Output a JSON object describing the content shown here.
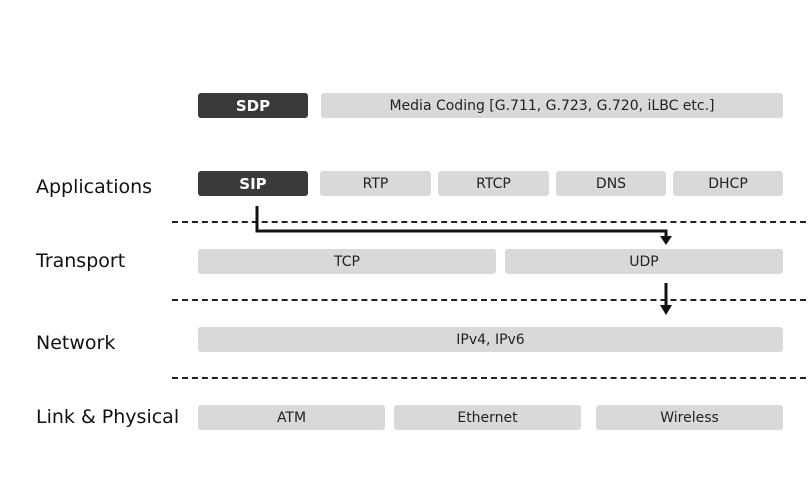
{
  "top_row": {
    "sdp": "SDP",
    "media_coding": "Media Coding [G.711, G.723, G.720, iLBC etc.]"
  },
  "layers": [
    {
      "label": "Applications",
      "boxes": [
        "SIP",
        "RTP",
        "RTCP",
        "DNS",
        "DHCP"
      ]
    },
    {
      "label": "Transport",
      "boxes": [
        "TCP",
        "UDP"
      ]
    },
    {
      "label": "Network",
      "boxes": [
        "IPv4, IPv6"
      ]
    },
    {
      "label": "Link & Physical",
      "boxes": [
        "ATM",
        "Ethernet",
        "Wireless"
      ]
    }
  ],
  "colors": {
    "box": "#d9d9d9",
    "dark_box": "#3a3a3a",
    "line": "#111111"
  }
}
